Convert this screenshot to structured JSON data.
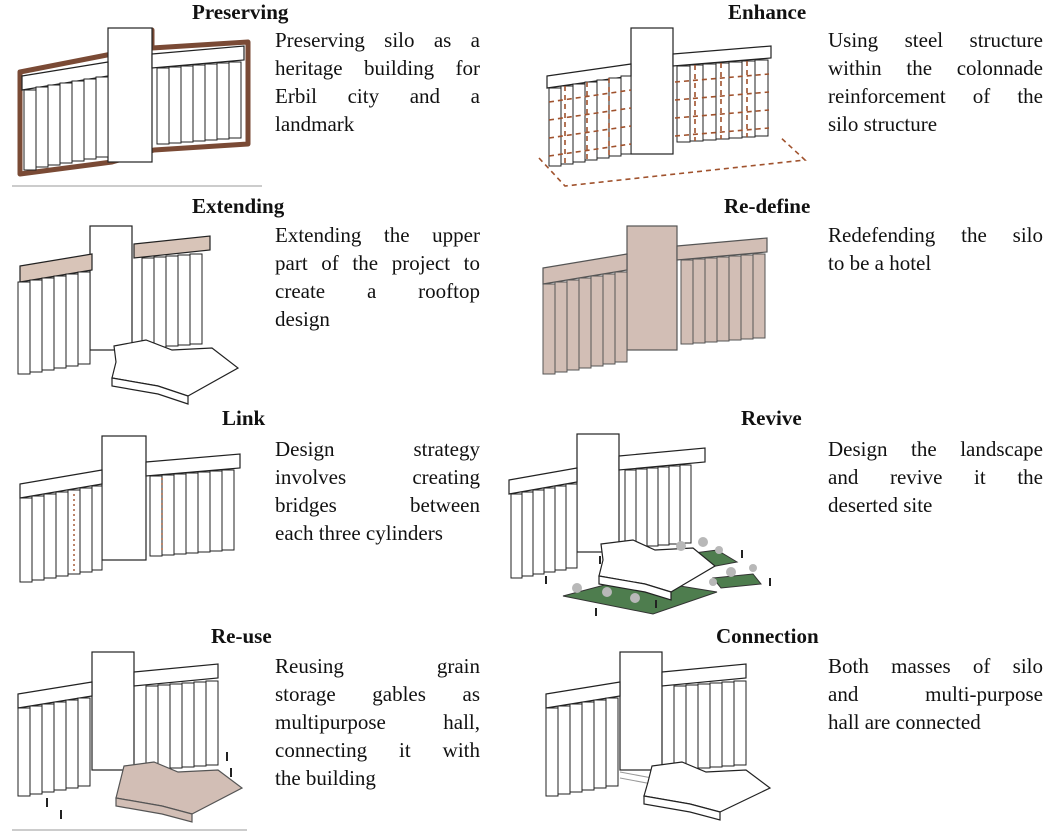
{
  "panels": [
    {
      "title": "Preserving",
      "lines": [
        "Preserving silo as a",
        "heritage building for",
        "Erbil city and a",
        "landmark"
      ]
    },
    {
      "title": "Enhance",
      "lines": [
        "Using steel structure",
        "within the colonnade",
        "reinforcement of the",
        "silo structure"
      ]
    },
    {
      "title": "Extending",
      "lines": [
        "Extending the upper",
        "part of the project to",
        "create a rooftop",
        "design"
      ]
    },
    {
      "title": "Re-define",
      "lines": [
        "Redefending the silo",
        "to be a hotel"
      ]
    },
    {
      "title": "Link",
      "lines": [
        "Design strategy",
        "involves creating",
        "bridges between",
        "each three cylinders"
      ]
    },
    {
      "title": "Revive",
      "lines": [
        "Design the landscape",
        "and revive it the",
        "deserted site"
      ]
    },
    {
      "title": "Re-use",
      "lines": [
        "Reusing grain",
        "storage gables as",
        "multipurpose hall,",
        "connecting it with",
        "the building"
      ]
    },
    {
      "title": "Connection",
      "lines": [
        "Both masses of silo",
        "and multi-purpose",
        "hall are connected"
      ]
    }
  ],
  "colors": {
    "outline": "#222222",
    "brown_outline": "#7a4a35",
    "beige_fill": "#d2beb5",
    "roof_beige": "#d8c4b8",
    "dashed": "#a0522d",
    "green": "#4e7d4e",
    "tree": "#b8b8b8"
  }
}
